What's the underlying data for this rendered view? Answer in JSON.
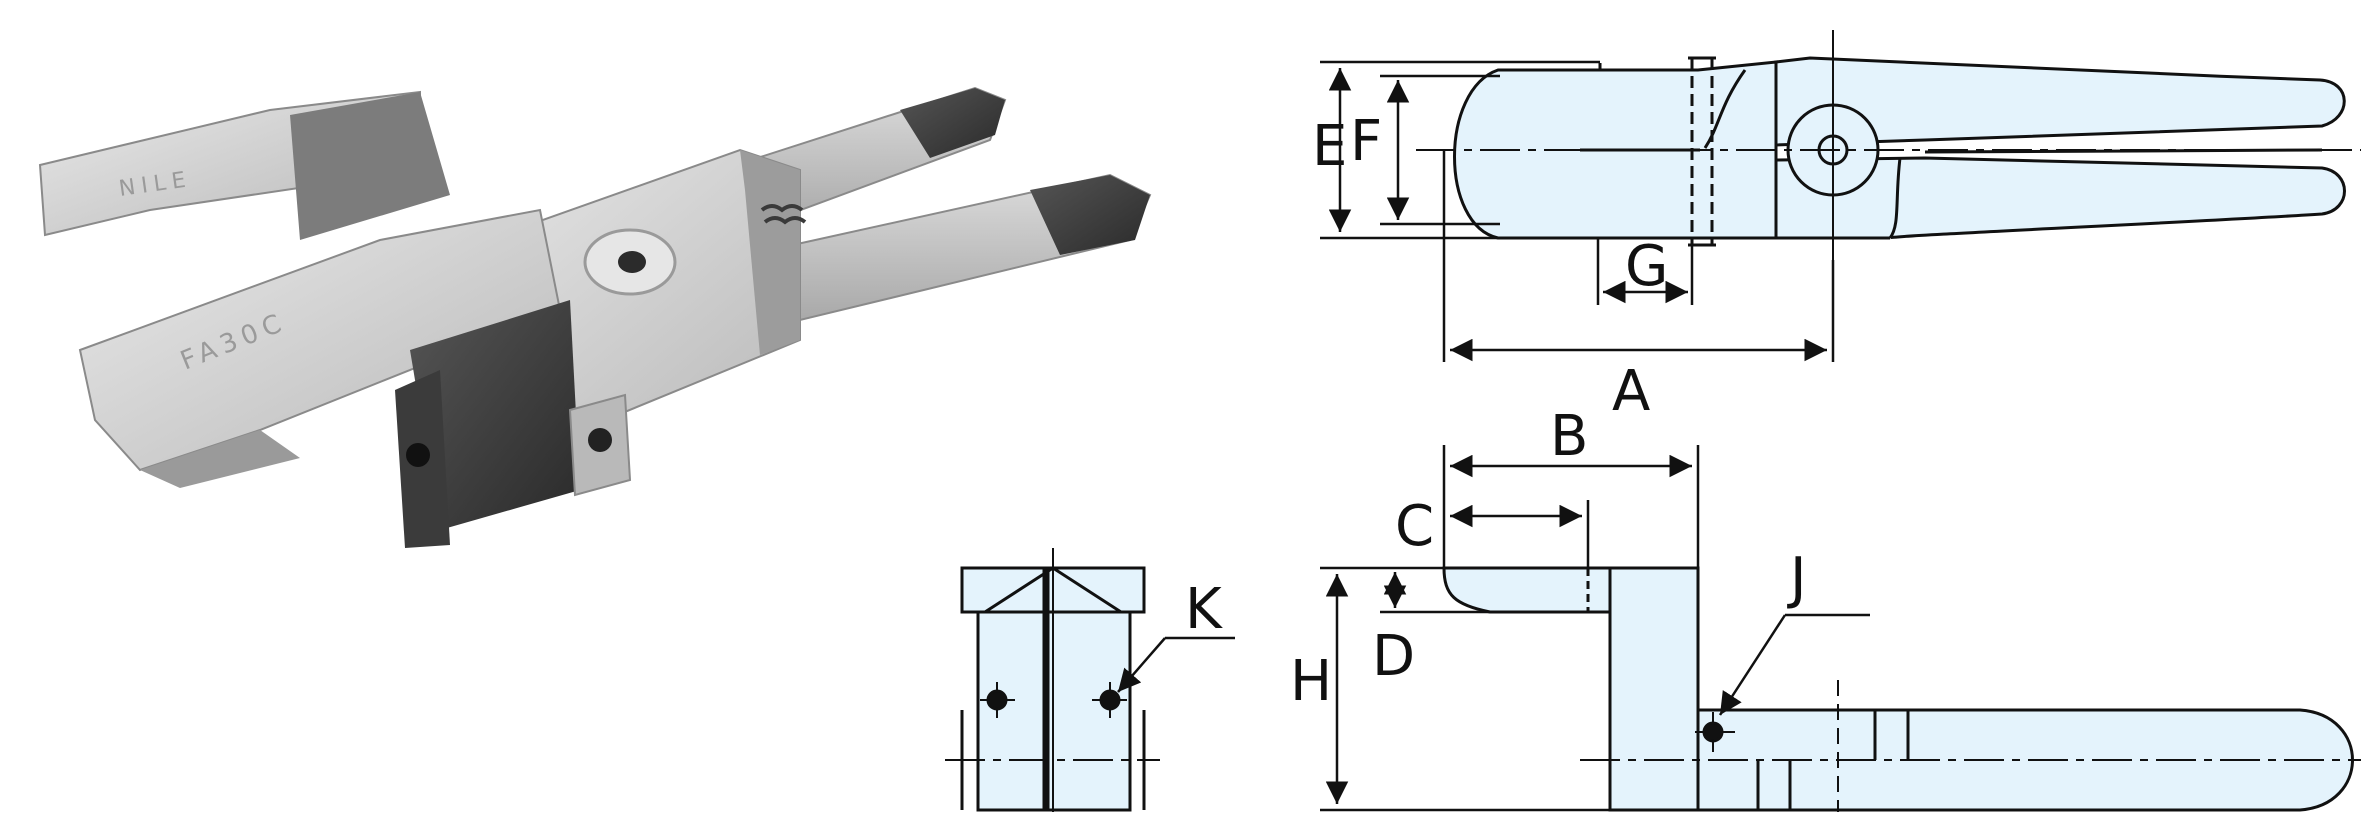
{
  "product_photo": {
    "stamp_brand": "NILE",
    "stamp_model": "FA30C"
  },
  "dimension_labels": {
    "A": "A",
    "B": "B",
    "C": "C",
    "D": "D",
    "E": "E",
    "F": "F",
    "G": "G",
    "H": "H",
    "J": "J",
    "K": "K"
  },
  "colors": {
    "part_fill": "#e4f3fc",
    "outline": "#111111",
    "background": "#ffffff"
  }
}
